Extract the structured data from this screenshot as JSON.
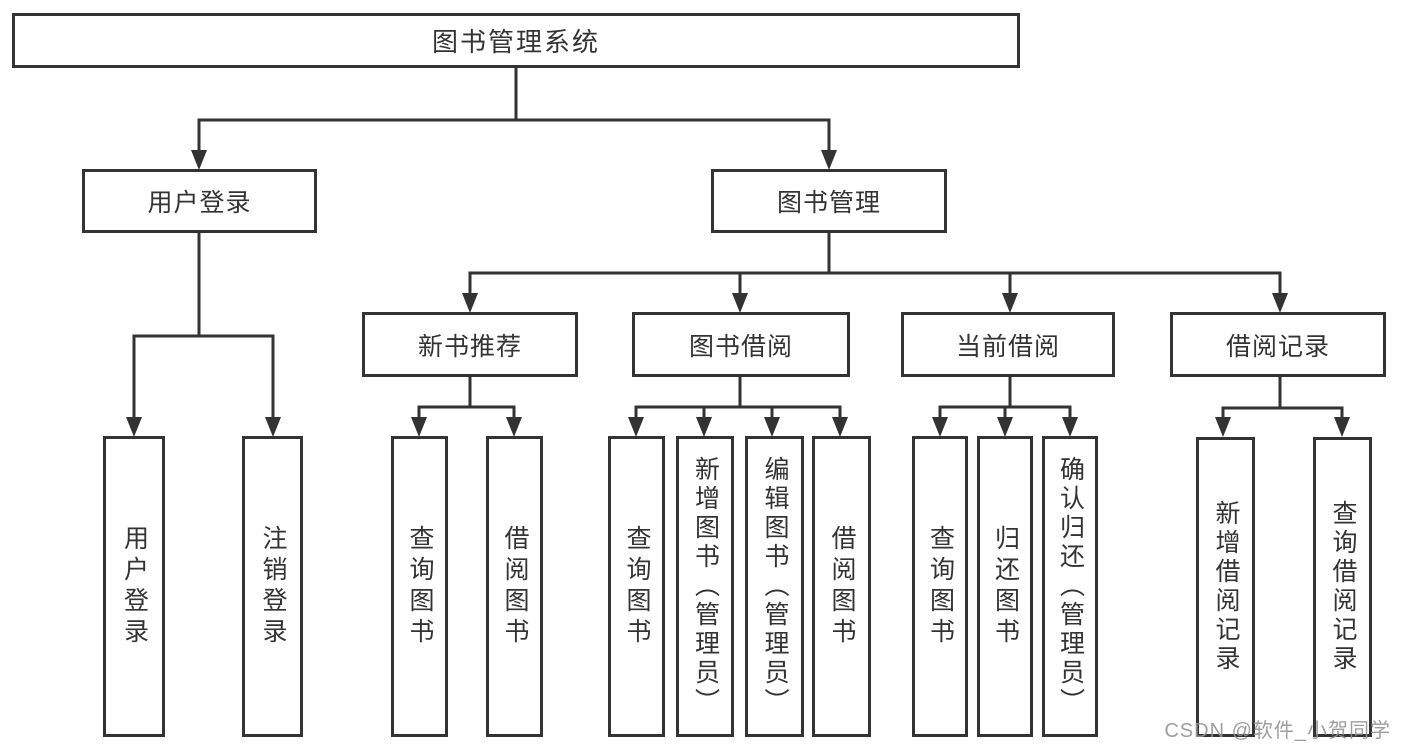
{
  "diagram": {
    "root": "图书管理系统",
    "level2": [
      "用户登录",
      "图书管理"
    ],
    "level3": [
      "新书推荐",
      "图书借阅",
      "当前借阅",
      "借阅记录"
    ],
    "leaves": {
      "user_login": [
        "用户登录",
        "注销登录"
      ],
      "new_book_recommend": [
        "查询图书",
        "借阅图书"
      ],
      "book_borrow": [
        "查询图书",
        "新增图书（管理员）",
        "编辑图书（管理员）",
        "借阅图书"
      ],
      "current_borrow": [
        "查询图书",
        "归还图书",
        "确认归还（管理员）"
      ],
      "borrow_record": [
        "新增借阅记录",
        "查询借阅记录"
      ]
    },
    "watermark": "CSDN @软件_小贺同学",
    "colors": {
      "line": "#333333",
      "border": "#333333",
      "text": "#333333",
      "background": "#ffffff",
      "watermark": "#949494"
    }
  }
}
